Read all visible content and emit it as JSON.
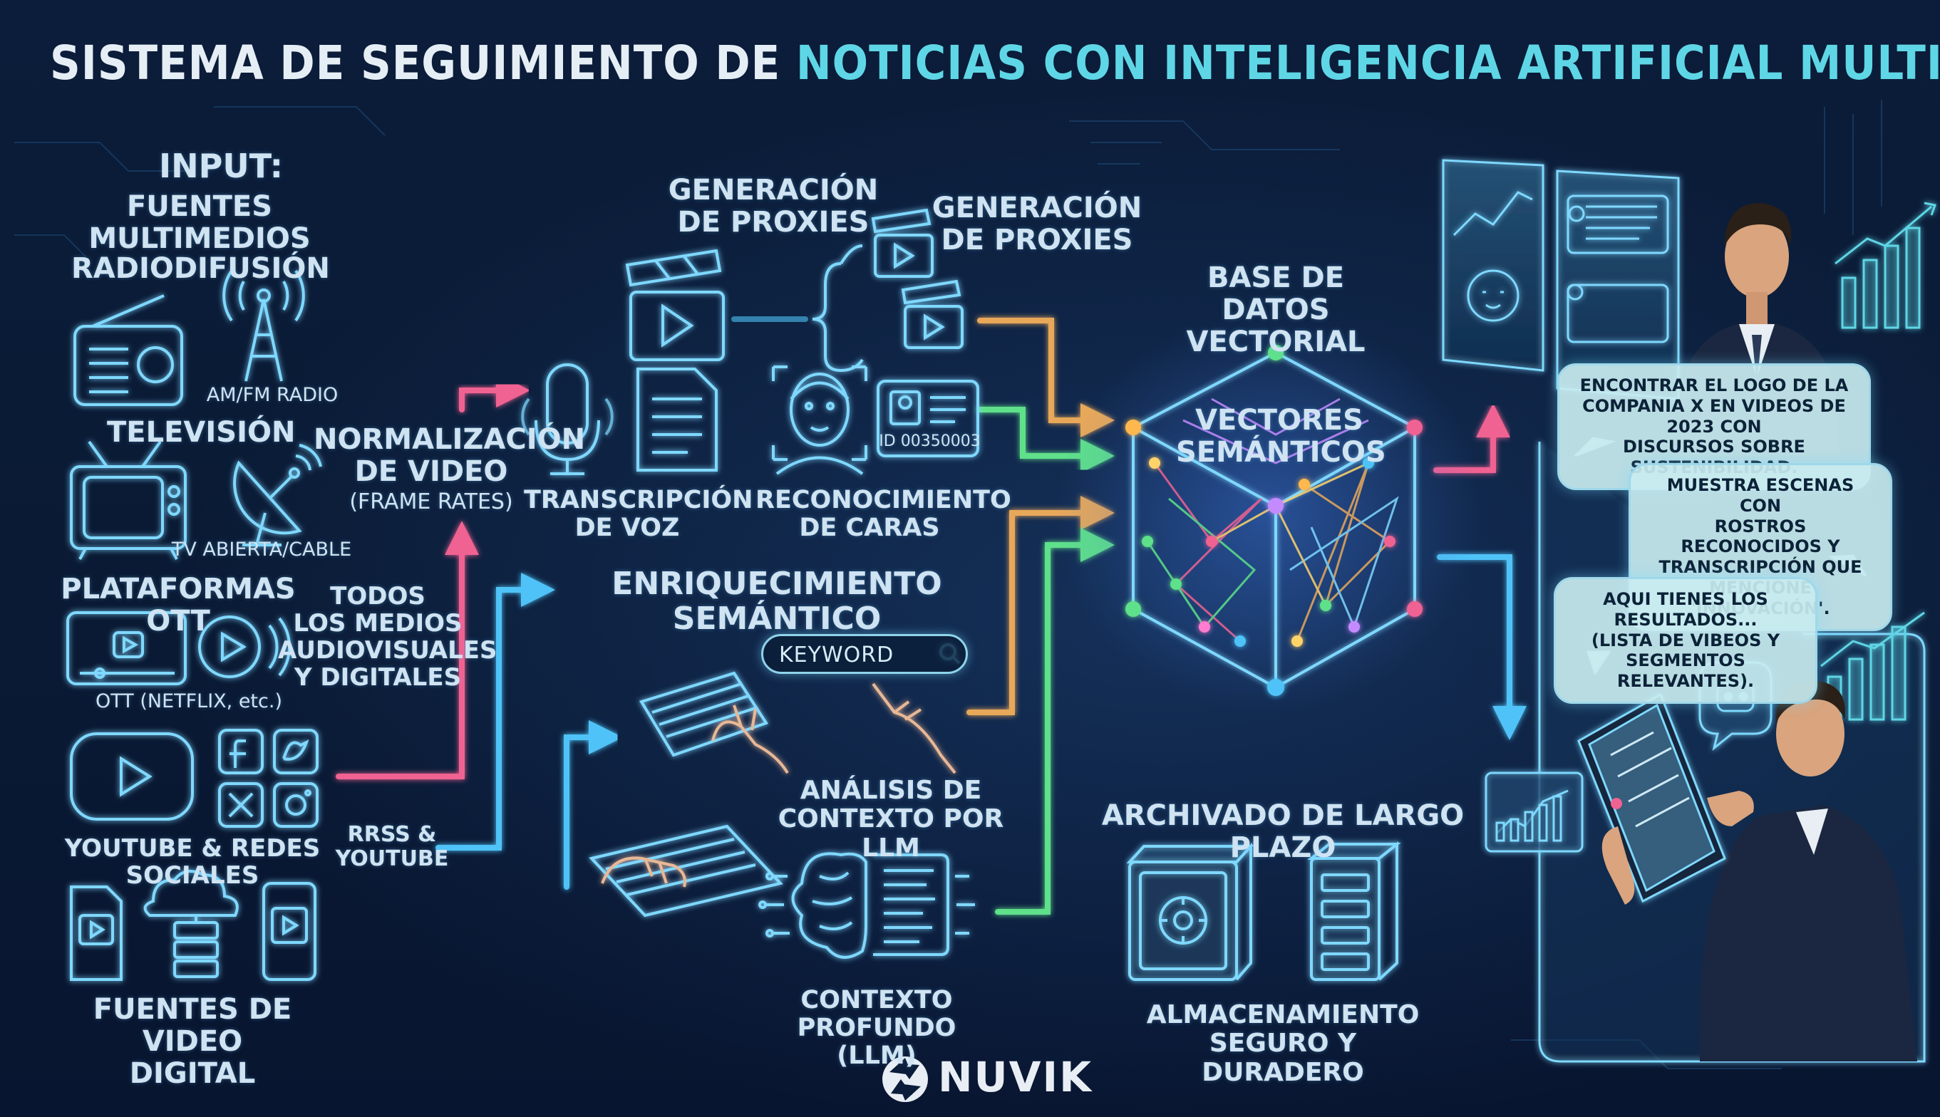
{
  "title": {
    "part1": "SISTEMA DE SEGUIMIENTO DE ",
    "part2": "NOTICIAS CON INTELIGENCIA ARTIFICIAL MULTIMODAL"
  },
  "input": {
    "heading": "INPUT:",
    "subheading": "FUENTES MULTIMEDIOS"
  },
  "sources": {
    "radio": {
      "label": "RADIODIFUSIÓN",
      "caption": "AM/FM RADIO"
    },
    "tv": {
      "label": "TELEVISIÓN",
      "caption": "TV ABIERTA/CABLE"
    },
    "ott": {
      "label": "PLATAFORMAS OTT",
      "caption": "OTT (NETFLIX, etc.)"
    },
    "youtube": {
      "label": "YOUTUBE & REDES SOCIALES"
    },
    "digital": {
      "label": "FUENTES DE\nVIDEO DIGITAL"
    }
  },
  "labels": {
    "todos_medios": "TODOS\nLOS MEDIOS\nAUDIOVISUALES\nY DIGITALES",
    "rrss": "RRSS &\nYOUTUBE",
    "normalizacion": "NORMALIZACIÓN\nDE VIDEO",
    "frame_rates": "(FRAME RATES)",
    "proxies_1": "GENERACIÓN\nDE PROXIES",
    "proxies_2": "GENERACIÓN\nDE PROXIES",
    "transcripcion": "TRANSCRIPCIÓN\nDE VOZ",
    "reconocimiento": "RECONOCIMIENTO\nDE CARAS",
    "id_card": "ID 00350003",
    "enriquecimiento": "ENRIQUECIMIENTO SEMÁNTICO",
    "keyword": "KEYWORD",
    "analisis": "ANÁLISIS DE\nCONTEXTO POR LLM",
    "contexto": "CONTEXTO\nPROFUNDO (LLM)",
    "base_datos": "BASE DE DATOS\nVECTORIAL",
    "vectores": "VECTORES\nSEMÁNTICOS",
    "archivado": "ARCHIVADO DE LARGO PLAZO",
    "almacenamiento": "ALMACENAMIENTO\nSEGURO Y DURADERO"
  },
  "chat": {
    "query_1": "ENCONTRAR EL LOGO DE LA\nCOMPANIA X EN VIDEOS DE 2023 CON\nDISCURSOS SOBRE SUSTENIBILIDAD.",
    "query_2": "MUESTRA ESCENAS CON\nROSTROS RECONOCIDOS Y\nTRANSCRIPCIÓN QUE MENCIONE\n'INNOVACIÓN'.",
    "reply": "AQUI TIENES LOS RESULTADOS...\n(LISTA DE VIBEOS Y\nSEGMENTOS RELEVANTES)."
  },
  "brand": {
    "name": "NUVIK"
  },
  "colors": {
    "background": "#0a1a33",
    "cyan": "#4fc3f7",
    "pink": "#f06292",
    "green": "#5ee08a",
    "orange": "#e8a85a",
    "title_accent": "#5fd6e6",
    "glow": "#7fd8ff"
  }
}
